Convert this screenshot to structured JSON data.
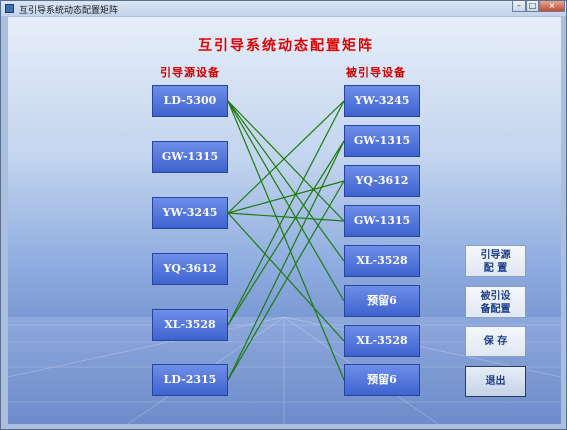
{
  "window": {
    "title": "互引导系统动态配置矩阵",
    "minimize_glyph": "–",
    "maximize_glyph": "□",
    "close_glyph": "×"
  },
  "page": {
    "title": "互引导系统动态配置矩阵",
    "source_header": "引导源设备",
    "target_header": "被引导设备"
  },
  "sources": [
    "LD-5300",
    "GW-1315",
    "YW-3245",
    "YQ-3612",
    "XL-3528",
    "LD-2315"
  ],
  "targets": [
    "YW-3245",
    "GW-1315",
    "YQ-3612",
    "GW-1315",
    "XL-3528",
    "预留6",
    "XL-3528",
    "预留6"
  ],
  "connections": [
    [
      0,
      3
    ],
    [
      0,
      4
    ],
    [
      0,
      5
    ],
    [
      0,
      7
    ],
    [
      2,
      0
    ],
    [
      2,
      2
    ],
    [
      2,
      3
    ],
    [
      2,
      6
    ],
    [
      4,
      0
    ],
    [
      4,
      1
    ],
    [
      5,
      1
    ],
    [
      5,
      2
    ]
  ],
  "colors": {
    "link": "#1f7a10"
  },
  "buttons": {
    "source_config_line1": "引导源",
    "source_config_line2": "配  置",
    "target_config_line1": "被引设",
    "target_config_line2": "备配置",
    "save": "保  存",
    "exit": "退出"
  }
}
